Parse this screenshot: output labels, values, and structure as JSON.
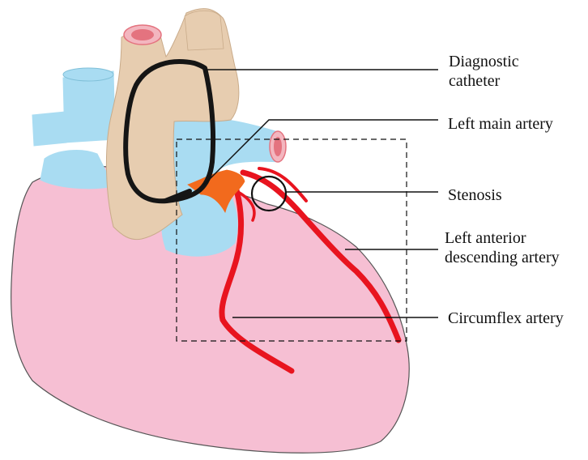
{
  "labels": {
    "catheter_line1": "Diagnostic",
    "catheter_line2": "catheter",
    "left_main": "Left main artery",
    "stenosis": "Stenosis",
    "lad_line1": "Left anterior",
    "lad_line2": "descending artery",
    "circumflex": "Circumflex artery"
  },
  "colors": {
    "heart": "#f6bfd3",
    "heart_outline": "#555555",
    "aorta": "#e7cdb0",
    "vein": "#a9dcf2",
    "artery": "#e8141f",
    "left_main_artery": "#f26a1d",
    "vessel_lumen": "#e4737f",
    "catheter": "#151515",
    "leader_line": "#111111"
  }
}
